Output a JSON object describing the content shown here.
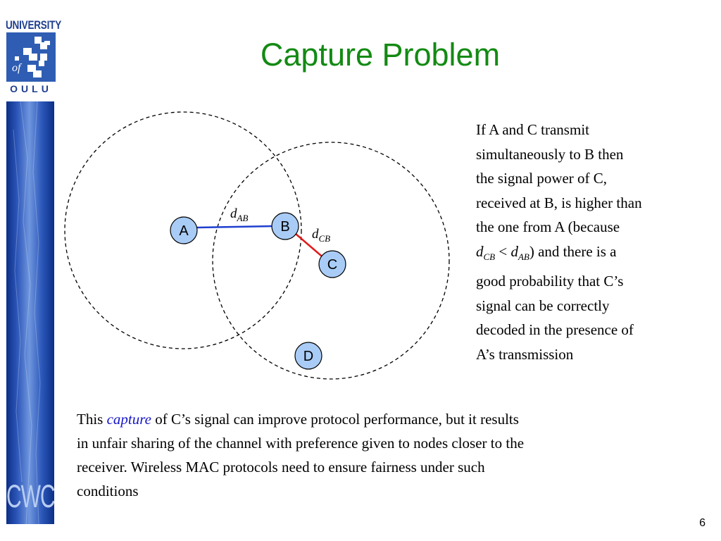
{
  "logo": {
    "top_text": "UNIVERSITY",
    "middle_text": "of",
    "bottom_text": "OULU"
  },
  "sidebar": {
    "label": "CWC"
  },
  "title": "Capture Problem",
  "diagram": {
    "nodes": {
      "a": "A",
      "b": "B",
      "c": "C",
      "d": "D"
    },
    "labels": {
      "d_ab": {
        "base": "d",
        "sub": "AB"
      },
      "d_cb": {
        "base": "d",
        "sub": "CB"
      }
    },
    "colors": {
      "node_fill": "#a9ccf6",
      "link_ab": "#1f3fd0",
      "link_cb": "#e01b1b",
      "range_circle": "#000000"
    }
  },
  "side_text": {
    "line1": "If A and C transmit",
    "line2": "simultaneously to B then",
    "line3": "the signal power of C,",
    "line4": "received at B, is higher than",
    "line5": "the one from A (because",
    "formula_d1": "d",
    "formula_sub1": "CB",
    "formula_op": " < ",
    "formula_d2": "d",
    "formula_sub2": "AB",
    "line6_rest": ") and there is a",
    "line7": "good probability that C’s",
    "line8": "signal can be correctly",
    "line9": "decoded in the presence of",
    "line10": "A’s transmission"
  },
  "bottom_text": {
    "line1_pre": "This ",
    "line1_emph": "capture",
    "line1_post": "  of C’s signal  can improve protocol performance, but it results",
    "line2": "in unfair sharing of  the channel with preference given to nodes closer to the",
    "line3": "receiver. Wireless MAC protocols need to ensure fairness under such",
    "line4": "conditions"
  },
  "page_number": "6"
}
